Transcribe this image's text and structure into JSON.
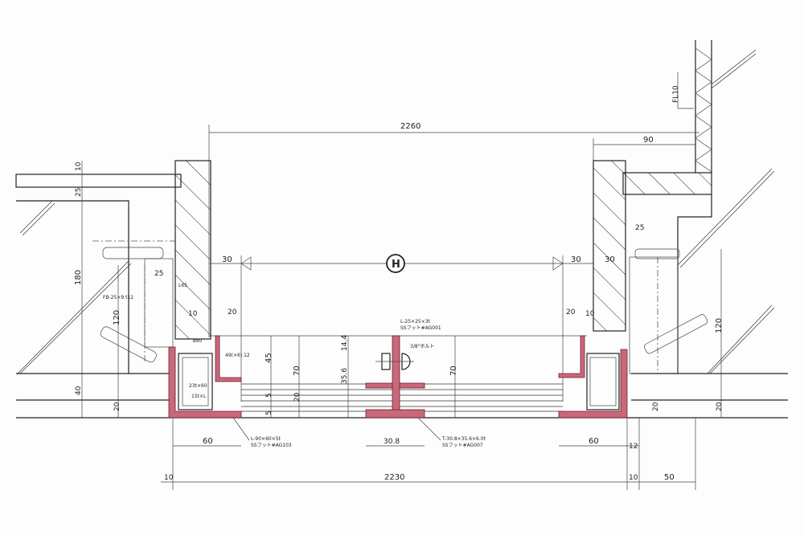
{
  "drawing": {
    "accent_color": "#c9687a",
    "grid_axis": "H",
    "dimensions": {
      "overall_top": "2260",
      "overall_bottom": "2230",
      "right_top": "90",
      "fl_note": "FL10",
      "axis_left": "30",
      "axis_right": "30",
      "right_wall": "30",
      "right_25": "25",
      "left_10_top": "10",
      "left_25": "25",
      "left_180": "180",
      "left_40": "40",
      "left_20": "20",
      "left_120": "120",
      "left_25_inner": "25",
      "left_10": "10",
      "left_20_gap": "20",
      "right_20_gap": "20",
      "right_10": "10",
      "left_45": "45",
      "left_70": "70",
      "left_20_low": "20",
      "left_5a": "5",
      "left_5b": "5",
      "center_144": "14.4",
      "center_356": "35.6",
      "center_70": "70",
      "center_308": "30.8",
      "bottom_left_60": "60",
      "bottom_right_60": "60",
      "bottom_12": "12",
      "bottom_left_10": "10",
      "bottom_right_10": "10",
      "bottom_50": "50",
      "right_120": "120",
      "right_20a": "20",
      "right_20b": "20"
    },
    "notes": {
      "left_fb": "FB-25×9 t12",
      "left_l65": "L65",
      "left_phi": "ø90",
      "left_box1": "23t×60",
      "left_box2": "15t×L",
      "left_49": "49(×6).12",
      "left_angle_1": "L-90×60×5t",
      "left_angle_2": "SSフット#AG103",
      "center_top_1": "L-25×25×3t",
      "center_top_2": "SSフット#AG001",
      "center_bolt": "3/8\"ボルト",
      "center_t_1": "T-30.8×35.6×6.0t",
      "center_t_2": "SSフット#AG007"
    }
  }
}
